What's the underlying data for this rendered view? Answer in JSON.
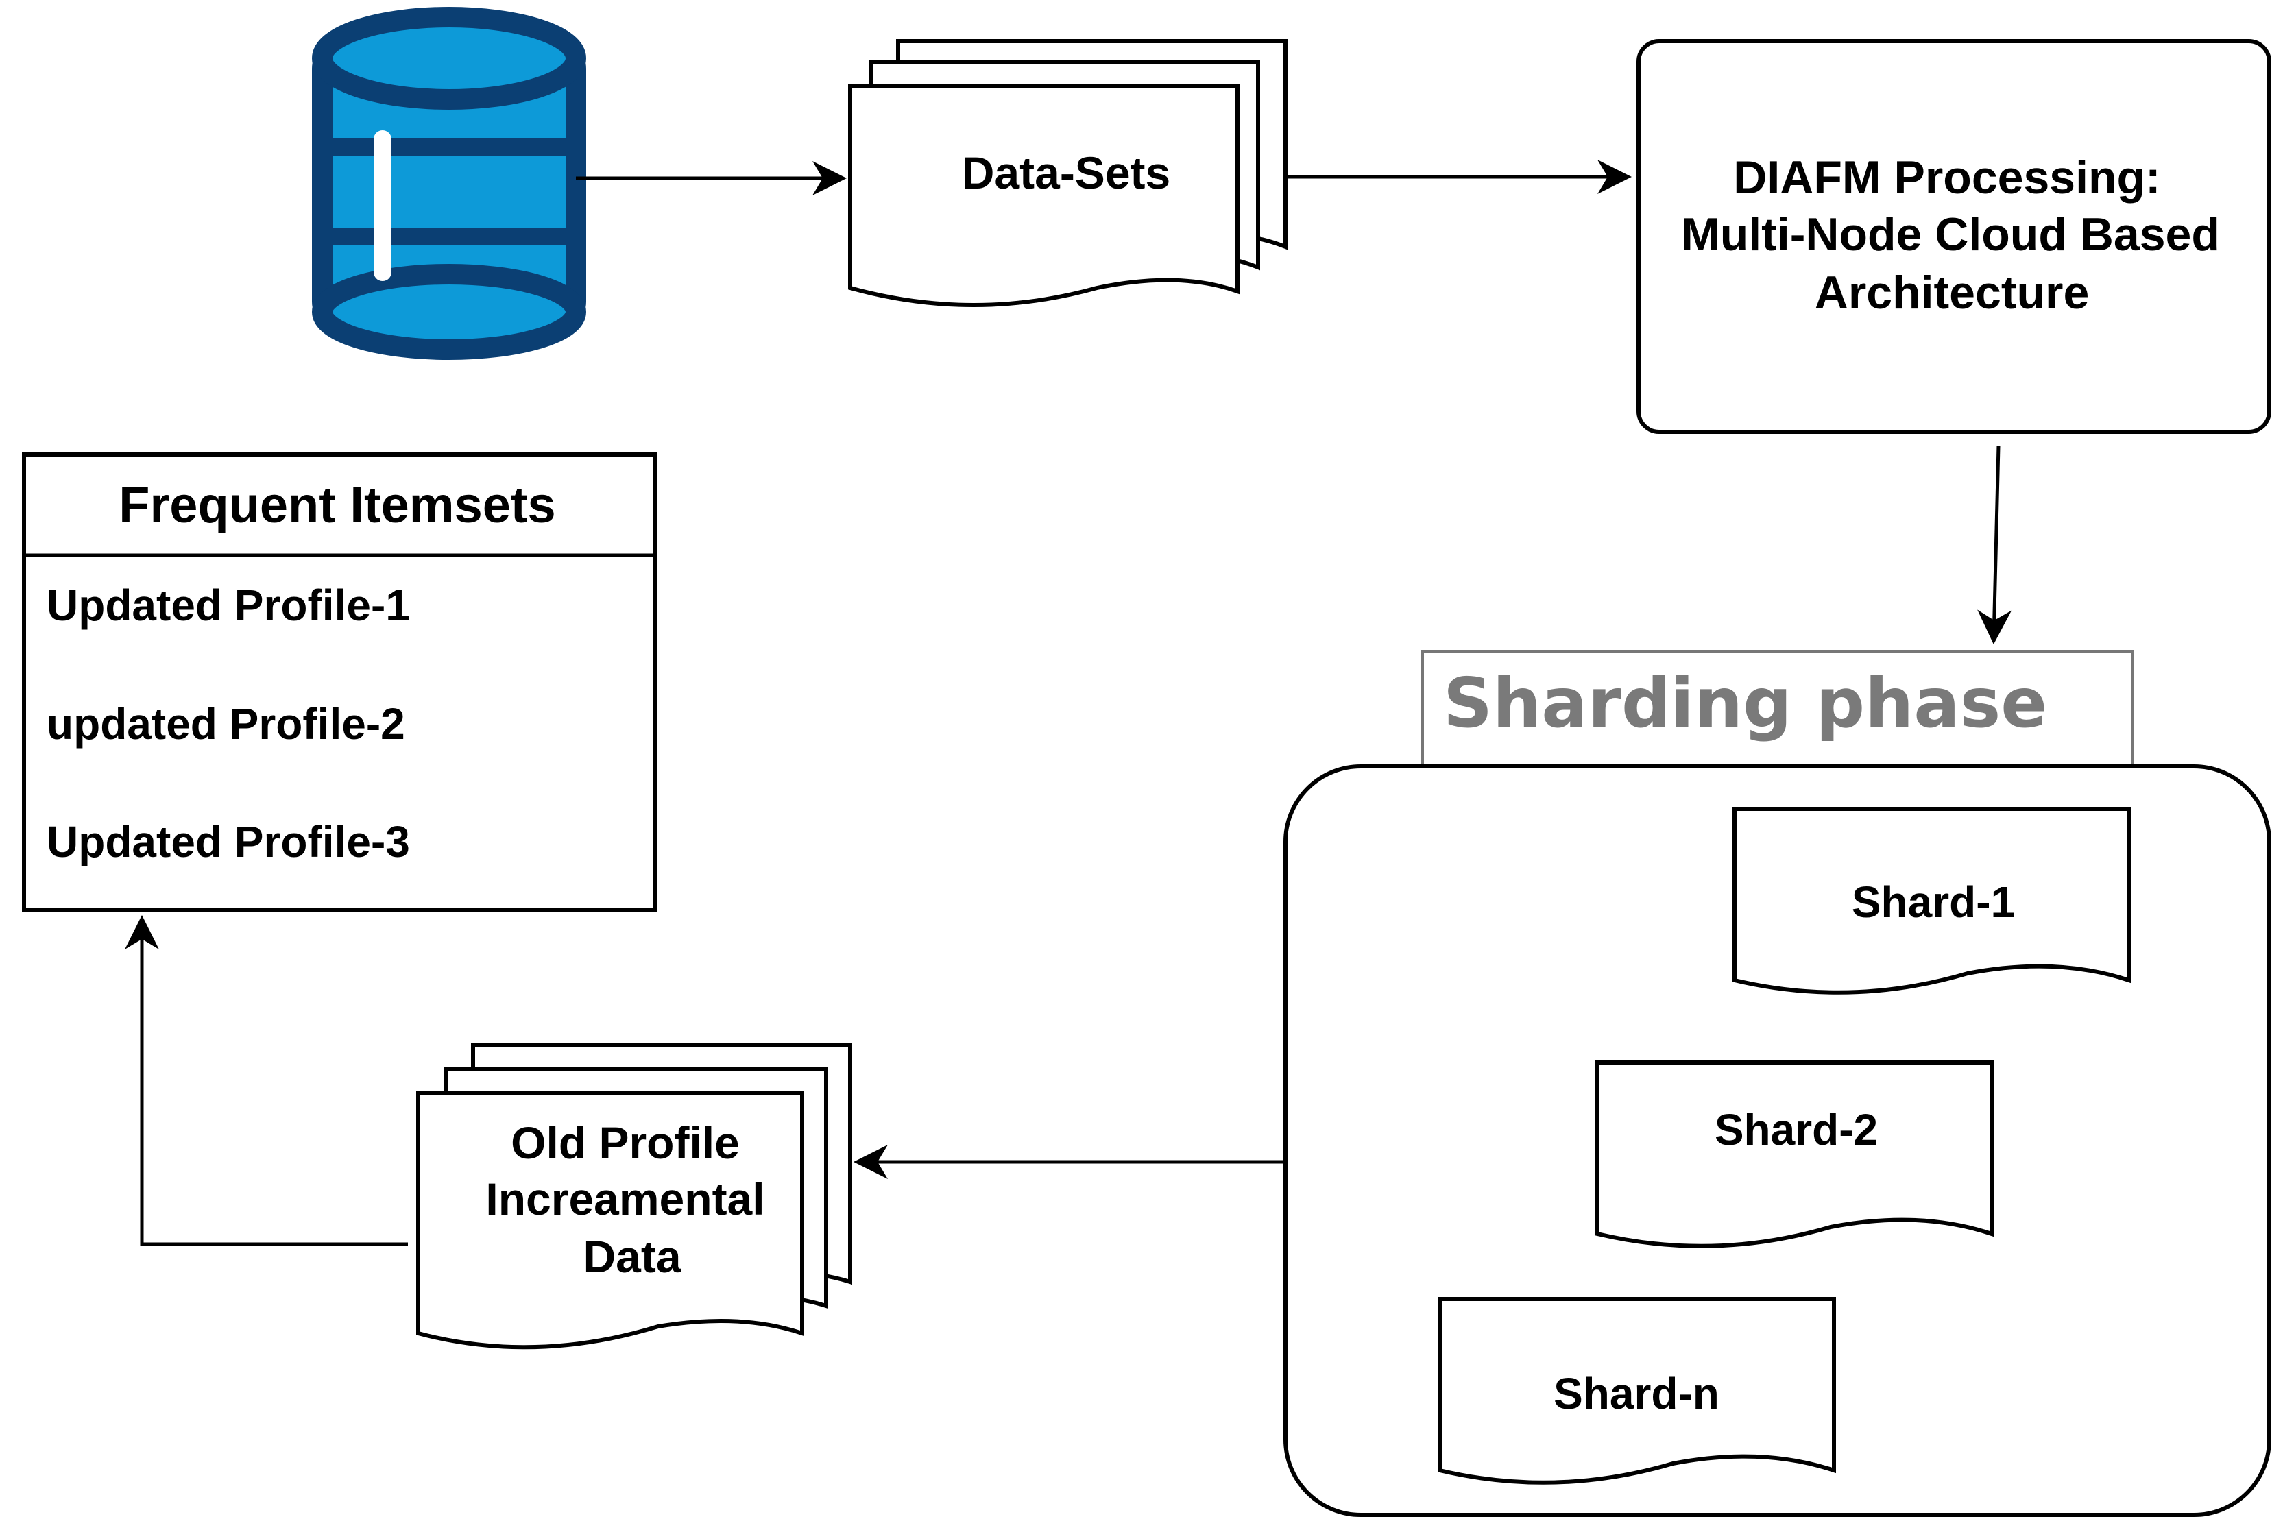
{
  "colors": {
    "db_body": "#0d9ad8",
    "db_outline": "#0b3f73",
    "db_highlight": "#ffffff",
    "phase_label": "#7a7a7a",
    "line": "#000000",
    "background": "#ffffff"
  },
  "icons": {
    "database": "database-icon"
  },
  "nodes": {
    "datasets": {
      "label": "Data-Sets"
    },
    "processing": {
      "lines": [
        "DIAFM Processing:",
        "Multi-Node Cloud Based",
        "Architecture"
      ]
    },
    "sharding": {
      "title": "Sharding phase",
      "shards": [
        "Shard-1",
        "Shard-2",
        "Shard-n"
      ]
    },
    "old_profile": {
      "lines": [
        "Old Profile",
        "Increamental",
        "Data"
      ]
    },
    "frequent_itemsets": {
      "title": "Frequent Itemsets",
      "items": [
        "Updated Profile-1",
        "updated Profile-2",
        "Updated Profile-3"
      ]
    }
  }
}
